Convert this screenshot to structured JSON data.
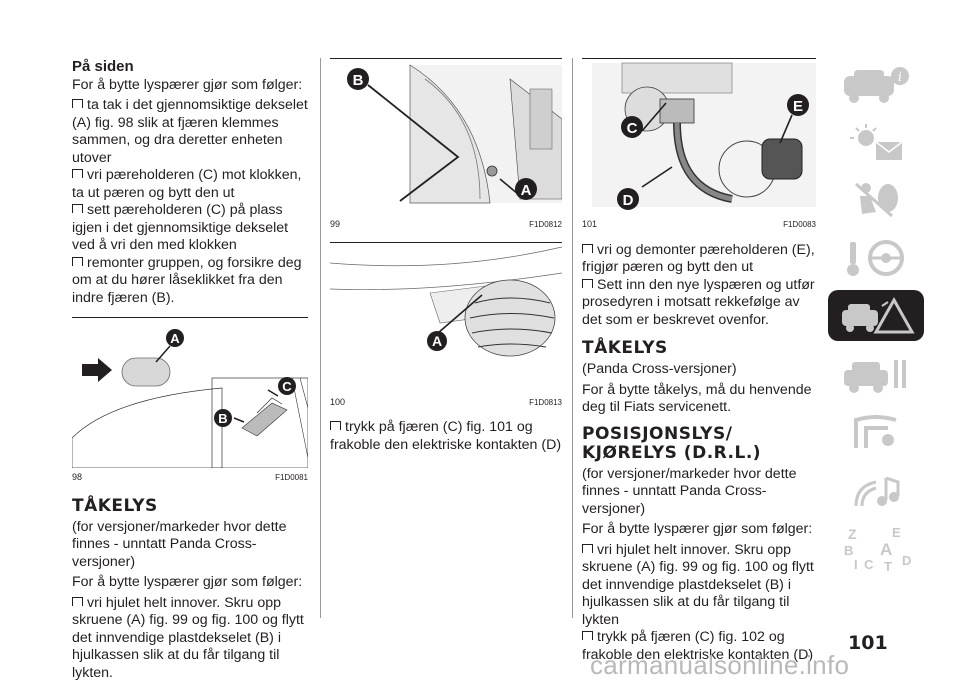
{
  "col1": {
    "heading": "På siden",
    "intro": "For å bytte lyspærer gjør som følger:",
    "bullets": [
      "ta tak i det gjennomsiktige dekselet (A) fig. 98 slik at fjæren klemmes sammen, og dra deretter enheten utover",
      "vri pæreholderen (C) mot klokken, ta ut pæren og bytt den ut",
      "sett pæreholderen (C) på plass igjen i det gjennomsiktige dekselet ved å vri den med klokken",
      "remonter gruppen, og forsikre deg om at du hører låseklikket fra den indre fjæren (B)."
    ],
    "fig": {
      "number": "98",
      "code": "F1D0081",
      "labels": [
        "A",
        "B",
        "C"
      ]
    },
    "section_title": "TÅKELYS",
    "section_sub": "(for versjoner/markeder hvor dette finnes - unntatt Panda Cross-versjoner)",
    "section_intro": "For å bytte lyspærer gjør som følger:",
    "section_bullet": "vri hjulet helt innover. Skru opp skruene (A) fig. 99 og fig. 100 og flytt det innvendige plastdekselet (B) i hjulkassen slik at du får tilgang til lykten."
  },
  "col2": {
    "fig99": {
      "number": "99",
      "code": "F1D0812",
      "labels": [
        "B",
        "A"
      ]
    },
    "fig100": {
      "number": "100",
      "code": "F1D0813",
      "labels": [
        "A"
      ]
    },
    "bullet": "trykk på fjæren (C) fig. 101 og frakoble den elektriske kontakten (D)"
  },
  "col3": {
    "fig101": {
      "number": "101",
      "code": "F1D0083",
      "labels": [
        "E",
        "C",
        "D"
      ]
    },
    "bullets": [
      "vri og demonter pæreholderen (E), frigjør pæren og bytt den ut",
      "Sett inn den nye lyspæren og utfør prosedyren i motsatt rekkefølge av det som er beskrevet ovenfor."
    ],
    "section1_title": "TÅKELYS",
    "section1_sub": "(Panda Cross-versjoner)",
    "section1_text": "For å bytte tåkelys, må du henvende deg til Fiats servicenett.",
    "section2_title": "POSISJONSLYS/ KJØRELYS (D.R.L.)",
    "section2_sub": "(for versjoner/markeder hvor dette finnes - unntatt Panda Cross-versjoner)",
    "section2_intro": "For å bytte lyspærer gjør som følger:",
    "section2_bullets": [
      "vri hjulet helt innover. Skru opp skruene (A) fig. 99 og fig. 100 og flytt det innvendige plastdekselet (B) i hjulkassen slik at du får tilgang til lykten",
      "trykk på fjæren (C) fig. 102 og frakoble den elektriske kontakten (D)"
    ]
  },
  "sidebar": {
    "tabs": [
      "car-info-icon",
      "warning-lights-icon",
      "airbag-seat-icon",
      "steering-key-icon",
      "emergency-icon",
      "car-maintenance-icon",
      "technical-data-icon",
      "multimedia-icon",
      "index-icon"
    ],
    "active_index": 4,
    "index_letters": [
      "Z",
      "E",
      "B",
      "A",
      "C",
      "T",
      "D",
      "I"
    ]
  },
  "page_number": "101",
  "watermark": "carmanualsonline.info",
  "colors": {
    "text": "#231f20",
    "tab_icon": "#c8c8c8",
    "active_tab": "#231f20"
  }
}
